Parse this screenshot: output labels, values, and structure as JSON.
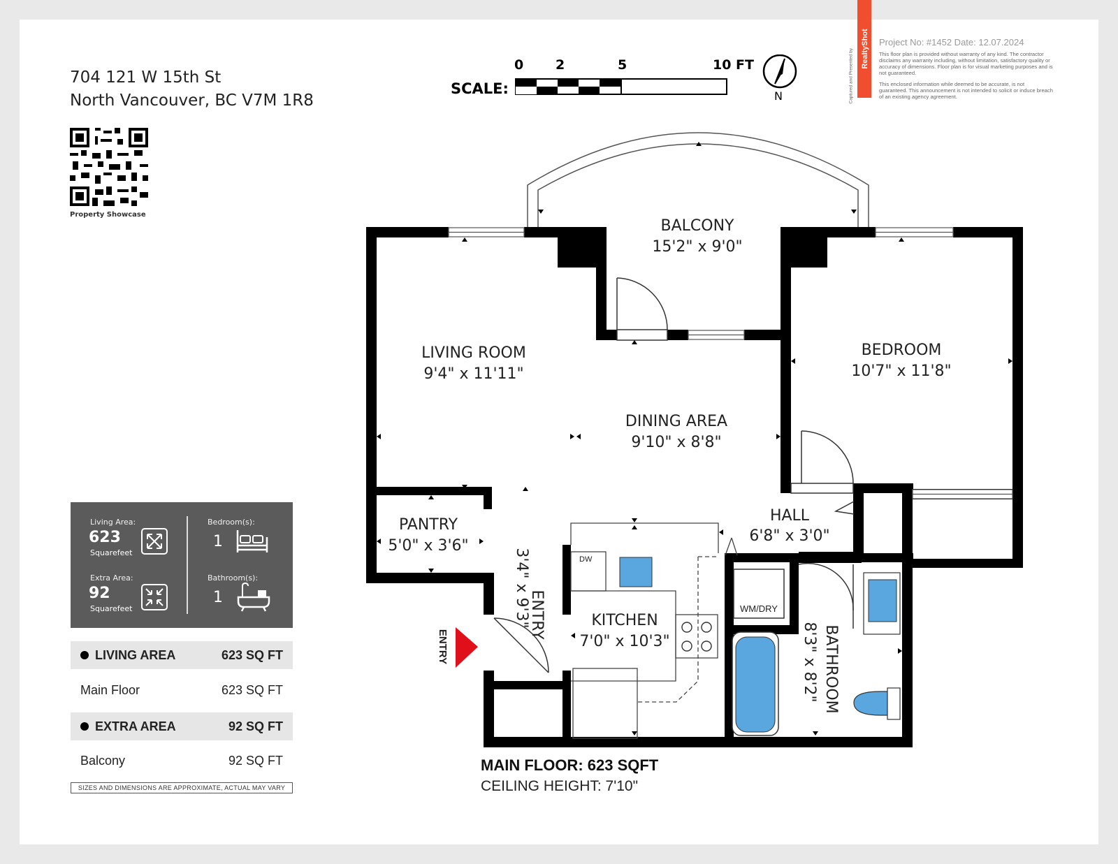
{
  "address": {
    "line1": "704 121 W 15th St",
    "line2": "North Vancouver, BC V7M 1R8"
  },
  "qr_caption": "Property Showcase",
  "stats": {
    "living_area_label": "Living Area:",
    "living_area_value": "623",
    "living_area_unit": "Squarefeet",
    "extra_area_label": "Extra Area:",
    "extra_area_value": "92",
    "extra_area_unit": "Squarefeet",
    "bedrooms_label": "Bedroom(s):",
    "bedrooms_value": "1",
    "bathrooms_label": "Bathroom(s):",
    "bathrooms_value": "1"
  },
  "area_table": [
    {
      "label": "LIVING AREA",
      "value": "623 SQ FT",
      "header": true
    },
    {
      "label": "Main Floor",
      "value": "623 SQ FT",
      "header": false
    },
    {
      "label": "EXTRA AREA",
      "value": "92 SQ FT",
      "header": true
    },
    {
      "label": "Balcony",
      "value": "92 SQ FT",
      "header": false
    }
  ],
  "disclaimer": "SIZES AND DIMENSIONS ARE APPROXIMATE, ACTUAL MAY VARY",
  "scale": {
    "title": "SCALE:",
    "ticks": [
      "0",
      "2",
      "5",
      "10 FT"
    ],
    "north": "N"
  },
  "project": {
    "info": "Project No: #1452   Date: 12.07.2024",
    "notice1": "This floor plan is provided without warranty of any kind. The contractor disclaims any warranty including, without limitation, satisfactory quality or accuracy of dimensions. Floor plan is for visual marketing purposes and is not guaranteed.",
    "notice2": "This enclosed information while deemed to be accurate, is not guaranteed. This announcement is not intended to solicit or induce breach of an existing agency agreement.",
    "captured": "Captured and Presented by",
    "brand": "RealtyShot"
  },
  "rooms": {
    "balcony": {
      "name": "BALCONY",
      "dims": "15'2\" x 9'0\""
    },
    "living": {
      "name": "LIVING ROOM",
      "dims": "9'4\" x 11'11\""
    },
    "bedroom": {
      "name": "BEDROOM",
      "dims": "10'7\" x 11'8\""
    },
    "dining": {
      "name": "DINING AREA",
      "dims": "9'10\" x 8'8\""
    },
    "pantry": {
      "name": "PANTRY",
      "dims": "5'0\" x 3'6\""
    },
    "hall": {
      "name": "HALL",
      "dims": "6'8\" x 3'0\""
    },
    "entry": {
      "name": "ENTRY",
      "dims": "3'4\" x 9'3\""
    },
    "kitchen": {
      "name": "KITCHEN",
      "dims": "7'0\" x 10'3\""
    },
    "bathroom": {
      "name": "BATHROOM",
      "dims": "8'3\" x 8'2\""
    }
  },
  "fixtures": {
    "dw": "DW",
    "washer": "WM/DRY"
  },
  "entry_marker": "ENTRY",
  "floor": {
    "title": "MAIN FLOOR: 623 SQFT",
    "ceiling": "CEILING HEIGHT: 7'10\""
  },
  "colors": {
    "panel": "#5b5b5b",
    "accent_red": "#e0101a",
    "brand": "#f04e2f",
    "fixture_blue": "#5aa7e0",
    "wall": "#000000"
  }
}
